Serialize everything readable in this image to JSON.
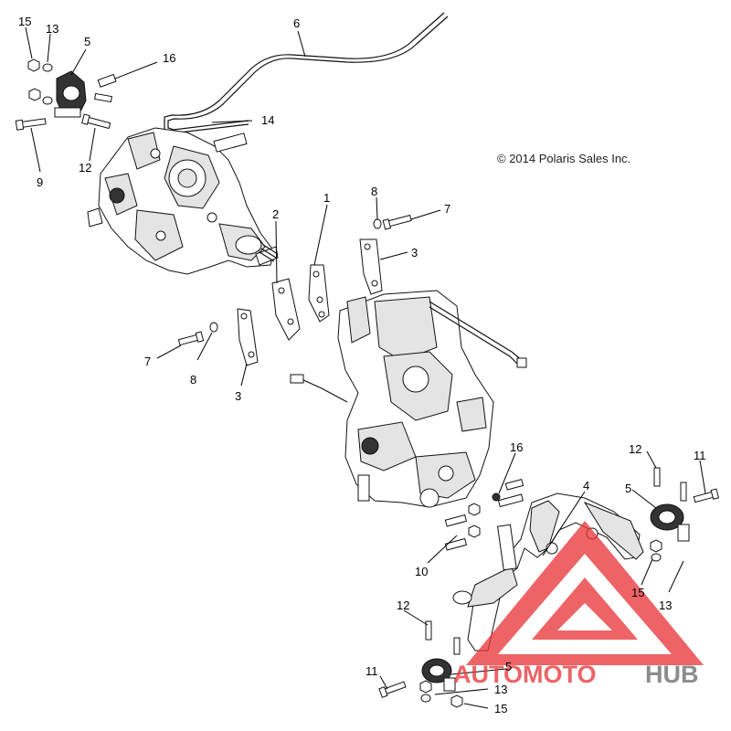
{
  "copyright": "© 2014 Polaris Sales Inc.",
  "callouts": {
    "c15a": "15",
    "c13a": "13",
    "c5a": "5",
    "c16a": "16",
    "c9": "9",
    "c12a": "12",
    "c6": "6",
    "c14": "14",
    "c1": "1",
    "c2": "2",
    "c8a": "8",
    "c7a": "7",
    "c3a": "3",
    "c7b": "7",
    "c8b": "8",
    "c3b": "3",
    "c16b": "16",
    "c4": "4",
    "c12b": "12",
    "c11a": "11",
    "c5b": "5",
    "c10": "10",
    "c15b": "15",
    "c13b": "13",
    "c12c": "12",
    "c5c": "5",
    "c11b": "11",
    "c13c": "13",
    "c15c": "15"
  },
  "watermark": {
    "part1": "AUTOMOTO",
    "part2": "HUB",
    "color_red": "#e8383c",
    "color_gray": "#6d6d6d"
  }
}
